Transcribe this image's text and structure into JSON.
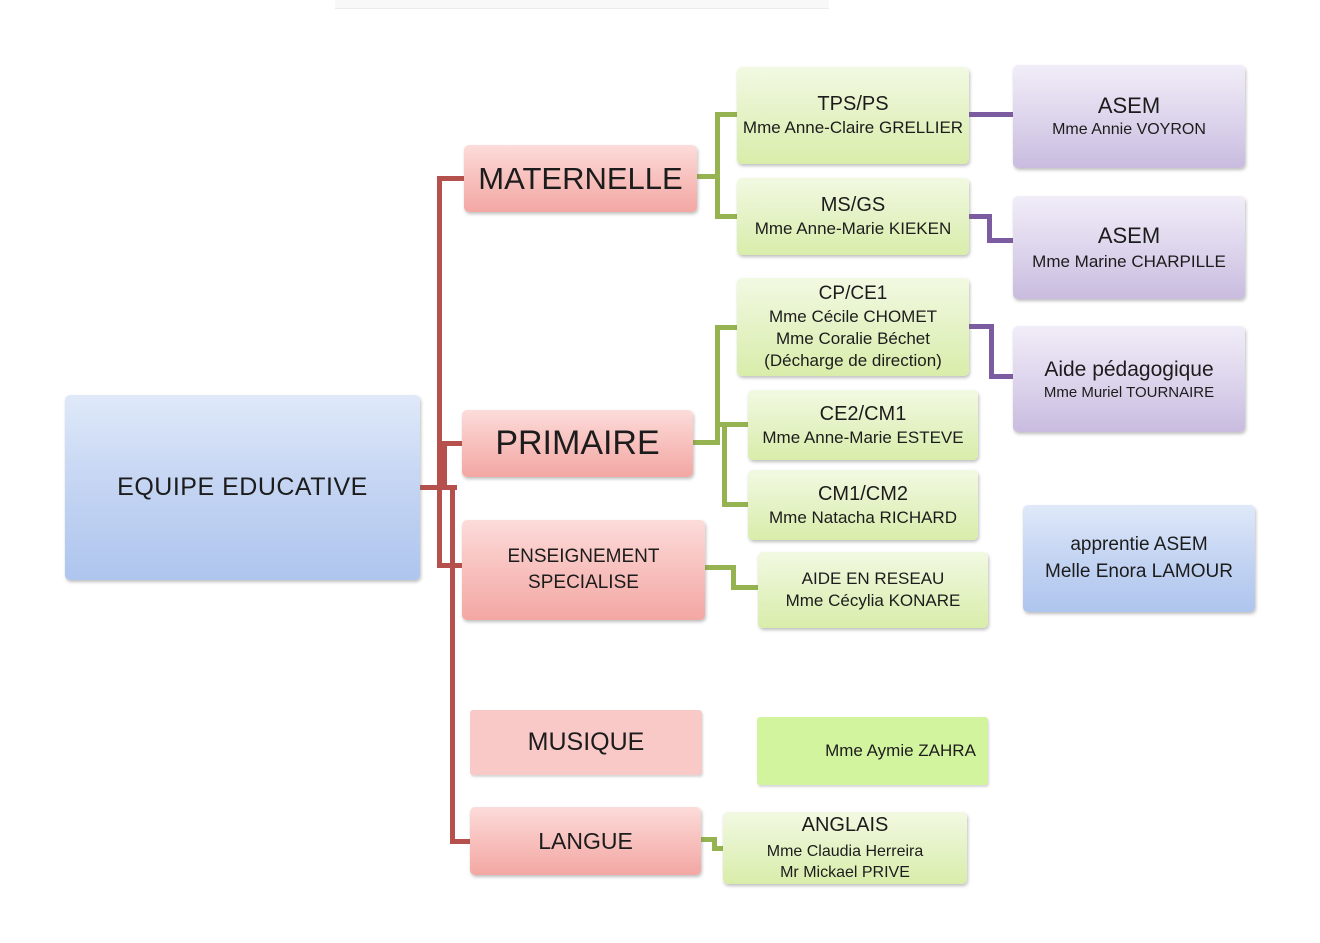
{
  "root": {
    "title": "EQUIPE EDUCATIVE"
  },
  "categories": {
    "maternelle": {
      "label": "MATERNELLE"
    },
    "primaire": {
      "label": "PRIMAIRE"
    },
    "enseignement": {
      "line1": "ENSEIGNEMENT",
      "line2": "SPECIALISE"
    },
    "musique": {
      "label": "MUSIQUE"
    },
    "langue": {
      "label": "LANGUE"
    }
  },
  "classes": {
    "tps_ps": {
      "title": "TPS/PS",
      "teacher": "Mme Anne-Claire GRELLIER"
    },
    "ms_gs": {
      "title": "MS/GS",
      "teacher": "Mme Anne-Marie KIEKEN"
    },
    "cp_ce1": {
      "title": "CP/CE1",
      "teacher1": "Mme Cécile CHOMET",
      "teacher2": "Mme Coralie Béchet",
      "note": "(Décharge de direction)"
    },
    "ce2_cm1": {
      "title": "CE2/CM1",
      "teacher": "Mme Anne-Marie ESTEVE"
    },
    "cm1_cm2": {
      "title": "CM1/CM2",
      "teacher": "Mme Natacha RICHARD"
    },
    "aide_reseau": {
      "title": "AIDE EN RESEAU",
      "teacher": "Mme Cécylia KONARE"
    },
    "musique_teacher": {
      "teacher": "Mme Aymie ZAHRA"
    },
    "anglais": {
      "title": "ANGLAIS",
      "teacher1": "Mme Claudia Herreira",
      "teacher2": "Mr Mickael PRIVE"
    }
  },
  "assistants": {
    "asem_voyron": {
      "title": "ASEM",
      "name": "Mme Annie VOYRON"
    },
    "asem_charpille": {
      "title": "ASEM",
      "name": "Mme Marine CHARPILLE"
    },
    "aide_pedagogique": {
      "title": "Aide  pédagogique",
      "name": "Mme Muriel TOURNAIRE"
    },
    "apprentie": {
      "title": "apprentie ASEM",
      "name": "Melle Enora LAMOUR"
    }
  },
  "colors": {
    "line_red": "#b5504c",
    "line_green": "#96b351",
    "line_green_dark": "#8fae4e",
    "line_purple": "#7c5ca0",
    "box_blue_top": "#dfe9f9",
    "box_blue_bottom": "#aec5ee",
    "box_pink_top": "#fcdcda",
    "box_pink_bottom": "#f3a7a3",
    "box_green_top": "#f2f9e2",
    "box_green_bottom": "#d9edaa",
    "box_purple_top": "#f1edf8",
    "box_purple_bottom": "#c9bcdf"
  }
}
